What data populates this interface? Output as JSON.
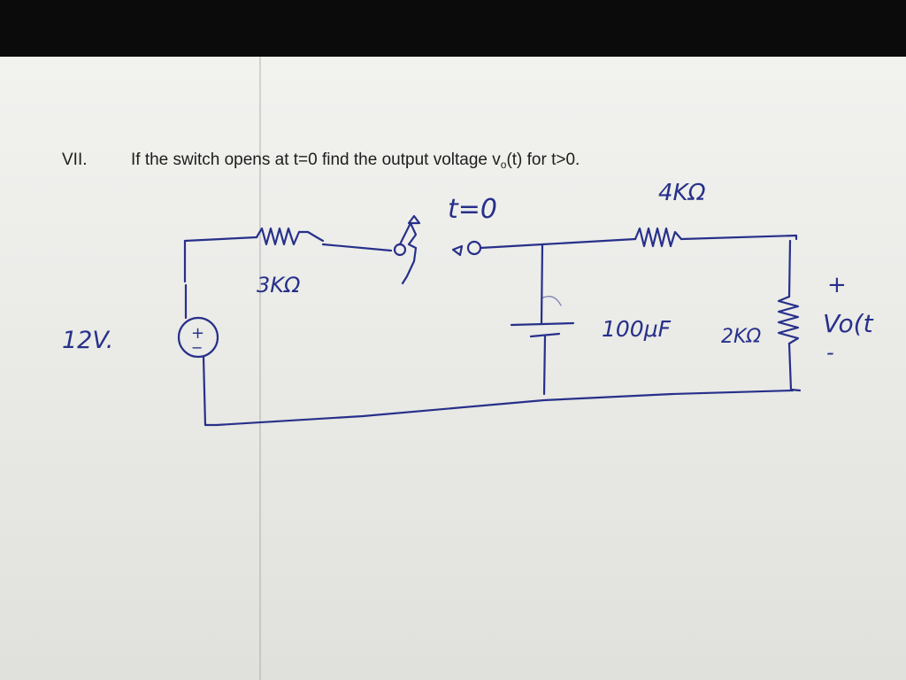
{
  "question": {
    "number": "VII.",
    "text_before": "If the switch opens at t=0 find the output voltage v",
    "subscript": "o",
    "text_after": "(t)  for t>0."
  },
  "circuit": {
    "switch_label": "t=0",
    "resistor_top_left": "3KΩ",
    "resistor_top_right": "4KΩ",
    "source_label": "12V.",
    "source_plus": "+",
    "source_minus": "−",
    "capacitor_label": "100μF",
    "resistor_right": "2KΩ",
    "output_plus": "+",
    "output_label": "Vo(t",
    "output_minus": "-"
  },
  "colors": {
    "ink": "#27308a",
    "paper": "#eeeeea",
    "print": "#1d1d1d"
  }
}
